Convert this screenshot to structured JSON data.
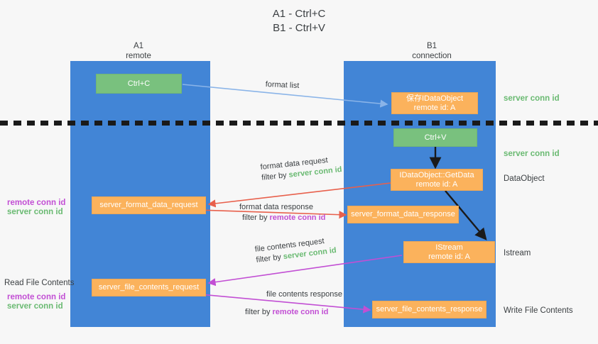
{
  "title": {
    "line1": "A1 - Ctrl+C",
    "line2": "B1 - Ctrl+V"
  },
  "columns": {
    "left": {
      "name": "A1",
      "role": "remote"
    },
    "right": {
      "name": "B1",
      "role": "connection"
    }
  },
  "boxes": {
    "ctrl_c": {
      "label": "Ctrl+C",
      "color": "#79c17e"
    },
    "save_idataobject": {
      "line1": "保存IDataObject",
      "line2": "remote id: A",
      "color": "#fbb25c"
    },
    "ctrl_v": {
      "label": "Ctrl+V",
      "color": "#79c17e"
    },
    "getdata": {
      "line1": "IDataObject::GetData",
      "line2": "remote id: A",
      "color": "#fbb25c"
    },
    "format_data_request": {
      "label": "server_format_data_request",
      "color": "#fbb25c"
    },
    "format_data_response": {
      "label": "server_format_data_response",
      "color": "#fbb25c"
    },
    "istream": {
      "line1": "IStream",
      "line2": "remote id: A",
      "color": "#fbb25c"
    },
    "file_contents_request": {
      "label": "server_file_contents_request",
      "color": "#fbb25c"
    },
    "file_contents_response": {
      "label": "server_file_contents_response",
      "color": "#fbb25c"
    }
  },
  "arrows": {
    "format_list": {
      "label": "format list"
    },
    "format_data_request": {
      "line1": "format data request",
      "prefix": "filter by ",
      "filter": "server conn id"
    },
    "format_data_response": {
      "line1": "format data response",
      "prefix": "filter by ",
      "filter": "remote conn id"
    },
    "file_contents_request": {
      "line1": "file contents request",
      "prefix": "filter by ",
      "filter": "server conn id"
    },
    "file_contents_response": {
      "line1": "file contents response",
      "prefix": "filter by ",
      "filter": "remote conn id"
    }
  },
  "annotations": {
    "right_server_conn_top": "server conn id",
    "right_server_conn_mid": "server conn id",
    "right_dataobject": "DataObject",
    "right_istream": "Istream",
    "right_write_file": "Write File Contents",
    "left_remote_conn_mid": "remote conn id",
    "left_server_conn_mid": "server conn id",
    "left_read_file": "Read File Contents",
    "left_remote_conn_bottom": "remote conn id",
    "left_server_conn_bottom": "server conn id"
  },
  "colors": {
    "lane": "#4285d6",
    "green_box": "#79c17e",
    "orange_box": "#fbb25c",
    "green_text": "#6aba72",
    "magenta_text": "#c24fd4",
    "red_arrow": "#e8604c",
    "blue_arrow": "#8ab4e8",
    "black_arrow": "#1a1a1a",
    "background": "#f7f7f7"
  }
}
